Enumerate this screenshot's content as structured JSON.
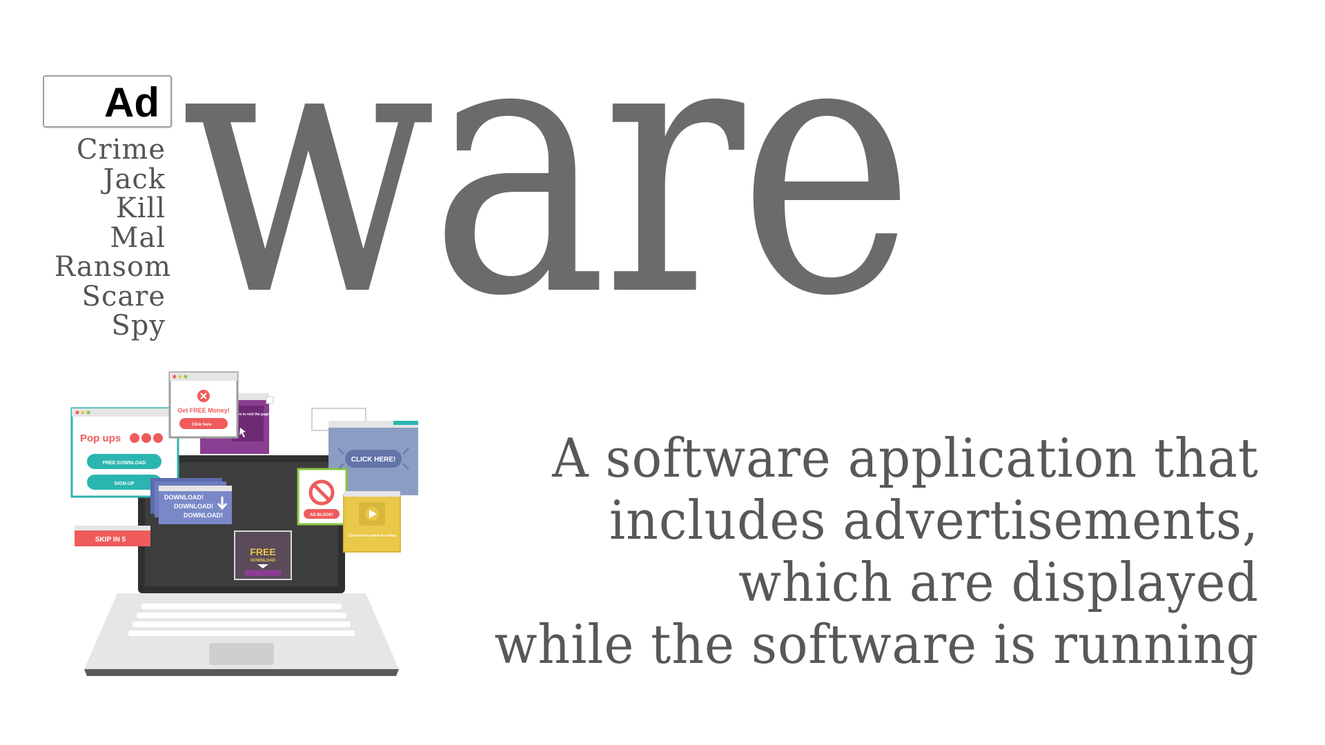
{
  "prefix_box": {
    "label": "Ad"
  },
  "prefixes": [
    "Crime",
    "Jack",
    "Kill",
    "Mal",
    "Ransom",
    "Scare",
    "Spy"
  ],
  "main_word": "ware",
  "definition_lines": [
    "A software application that",
    "includes advertisements,",
    "which are displayed",
    "while the software is running"
  ],
  "illustration": {
    "popups": {
      "money_title": "Get FREE Money!",
      "money_button": "Click here",
      "popups_title": "Pop ups",
      "free_download_button": "FREE DOWNLOAD",
      "signup_button": "SIGN-UP",
      "click_here_purple": "Click here to visit the page!",
      "click_here_banner": "CLICK HERE!",
      "download_line": "DOWNLOAD!",
      "skip_button": "SKIP IN 5",
      "free_title": "FREE",
      "free_sub": "DOWNLOAD",
      "adblock_button": "AD BLOCK!",
      "video_caption": "Click here to watch the video"
    }
  },
  "colors": {
    "main_word": "#6b6b6b",
    "definition": "#585858",
    "prefix_list": "#555555",
    "teal": "#2bb5b1",
    "purple": "#8a3e91",
    "banner_blue": "#8b9dc3",
    "red": "#ef5b5b",
    "yellow": "#e9c84a",
    "green": "#8cc63f"
  }
}
